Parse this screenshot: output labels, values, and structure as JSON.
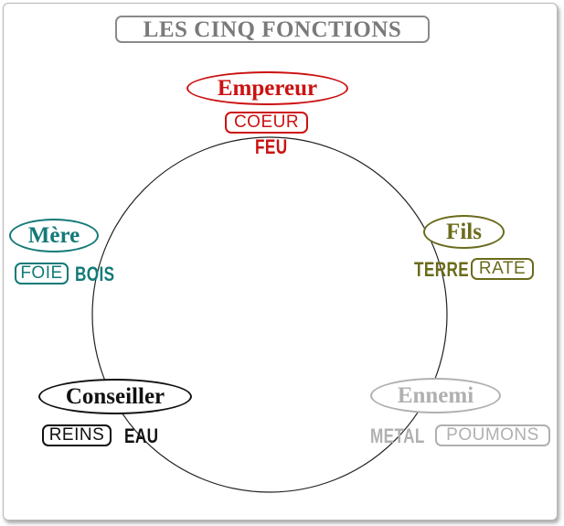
{
  "title": "LES CINQ FONCTIONS",
  "roles": [
    {
      "id": "empereur",
      "name": "Empereur",
      "organ": "COEUR",
      "element": "FEU",
      "color": "#cc1111"
    },
    {
      "id": "fils",
      "name": "Fils",
      "organ": "RATE",
      "element": "TERRE",
      "color": "#6b6b1c"
    },
    {
      "id": "ennemi",
      "name": "Ennemi",
      "organ": "POUMONS",
      "element": "METAL",
      "color": "#b0b0b0"
    },
    {
      "id": "conseiller",
      "name": "Conseiller",
      "organ": "REINS",
      "element": "EAU",
      "color": "#111111"
    },
    {
      "id": "mere",
      "name": "Mère",
      "organ": "FOIE",
      "element": "BOIS",
      "color": "#137a78"
    }
  ]
}
